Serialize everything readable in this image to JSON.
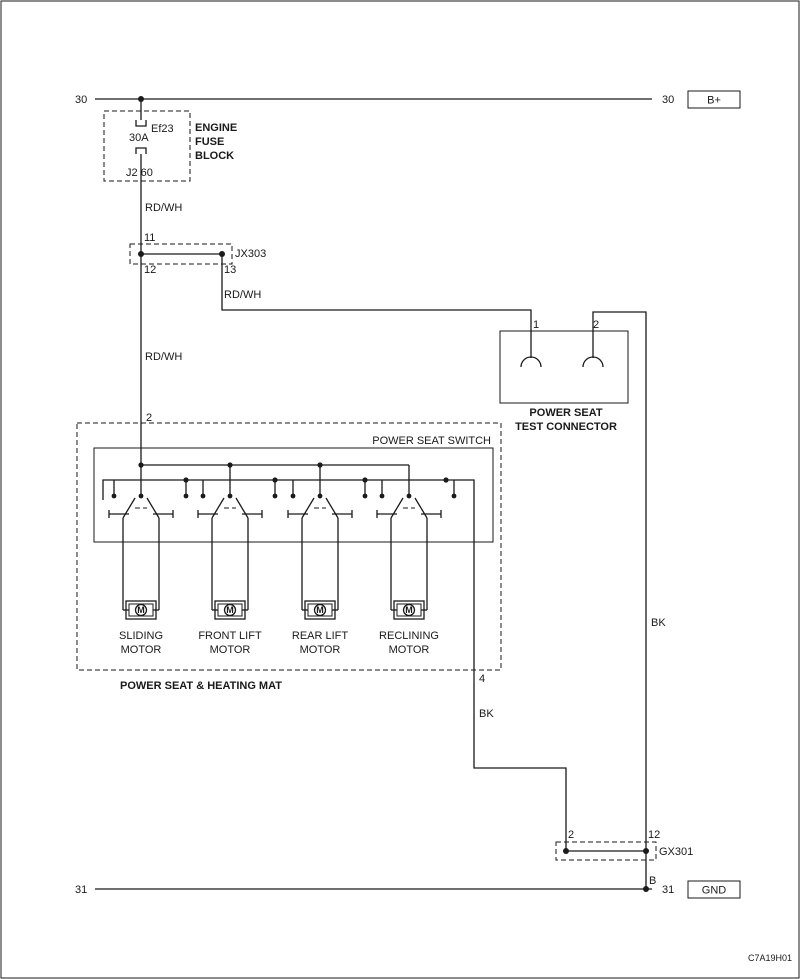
{
  "rails": {
    "top_left": "30",
    "top_right": "30",
    "top_tag": "B+",
    "bottom_left": "31",
    "bottom_right": "31",
    "bottom_b": "B",
    "bottom_tag": "GND"
  },
  "fuse": {
    "id": "Ef23",
    "rating": "30A",
    "pins": "J2 60",
    "label_lines": [
      "ENGINE",
      "FUSE",
      "BLOCK"
    ]
  },
  "wires": {
    "rd_wh_1": "RD/WH",
    "rd_wh_2": "RD/WH",
    "rd_wh_3": "RD/WH",
    "bk_1": "BK",
    "bk_2": "BK"
  },
  "jx303": {
    "name": "JX303",
    "pin_top": "11",
    "pin_left": "12",
    "pin_right": "13"
  },
  "test_connector": {
    "pin1": "1",
    "pin2": "2",
    "label_lines": [
      "POWER SEAT",
      "TEST CONNECTOR"
    ]
  },
  "module": {
    "label": "POWER SEAT & HEATING MAT",
    "switch_label": "POWER SEAT SWITCH",
    "pin_in": "2",
    "pin_out": "4",
    "motor_symbol": "M",
    "motors": [
      {
        "line1": "SLIDING",
        "line2": "MOTOR"
      },
      {
        "line1": "FRONT LIFT",
        "line2": "MOTOR"
      },
      {
        "line1": "REAR LIFT",
        "line2": "MOTOR"
      },
      {
        "line1": "RECLINING",
        "line2": "MOTOR"
      }
    ]
  },
  "gx301": {
    "name": "GX301",
    "pin_left": "2",
    "pin_right": "12"
  },
  "figure_code": "C7A19H01"
}
